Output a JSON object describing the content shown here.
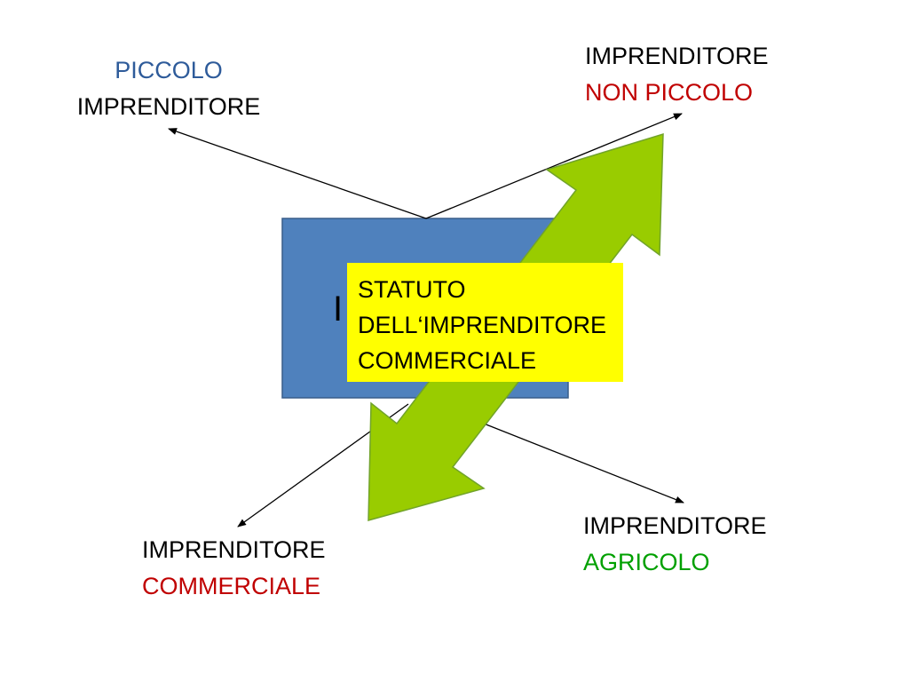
{
  "center_box": {
    "label": "I",
    "fill": "#4f81bd",
    "stroke": "#385d8a"
  },
  "statuto_box": {
    "line1": "STATUTO",
    "line2": "DELL‘IMPRENDITORE",
    "line3": "COMMERCIALE",
    "fill": "#ffff00"
  },
  "double_arrow": {
    "fill": "#99cc00",
    "stroke": "#71a32a"
  },
  "labels": {
    "piccolo": {
      "line1": "PICCOLO",
      "line2": "IMPRENDITORE",
      "line1_color": "#2e5b9a",
      "line2_color": "#000000"
    },
    "non_piccolo": {
      "line1": "IMPRENDITORE",
      "line2": "NON PICCOLO",
      "line1_color": "#000000",
      "line2_color": "#c00000"
    },
    "commerciale": {
      "line1": "IMPRENDITORE",
      "line2": "COMMERCIALE",
      "line1_color": "#000000",
      "line2_color": "#c00000"
    },
    "agricolo": {
      "line1": "IMPRENDITORE",
      "line2": "AGRICOLO",
      "line1_color": "#000000",
      "line2_color": "#00a000"
    }
  }
}
